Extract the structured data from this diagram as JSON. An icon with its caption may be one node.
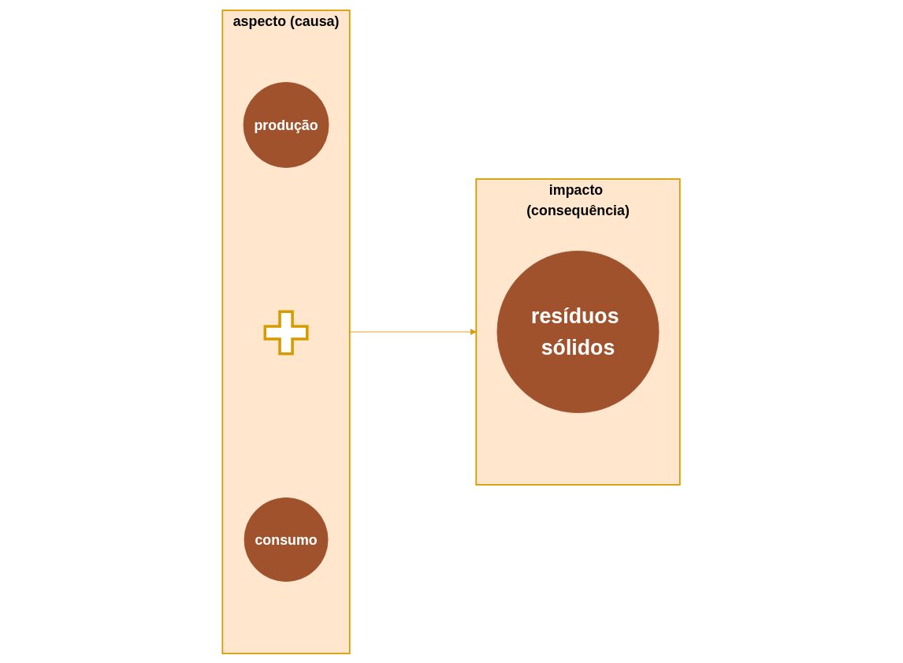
{
  "diagram": {
    "nodes": [
      {
        "text": [
          "aspecto (causa)"
        ]
      },
      {
        "text": [
          "produção"
        ],
        "in": 0
      },
      {
        "text": [],
        "shape": "plus",
        "in": 0
      },
      {
        "text": [
          "consumo"
        ],
        "in": 0
      },
      {
        "text": [
          "impacto (consequência)"
        ]
      },
      {
        "text": [
          "resíduos sólidos"
        ],
        "in": 4
      }
    ],
    "edges": [
      {
        "from": 0,
        "to": 4,
        "arrow": "to",
        "color": "#d79b00"
      }
    ]
  }
}
